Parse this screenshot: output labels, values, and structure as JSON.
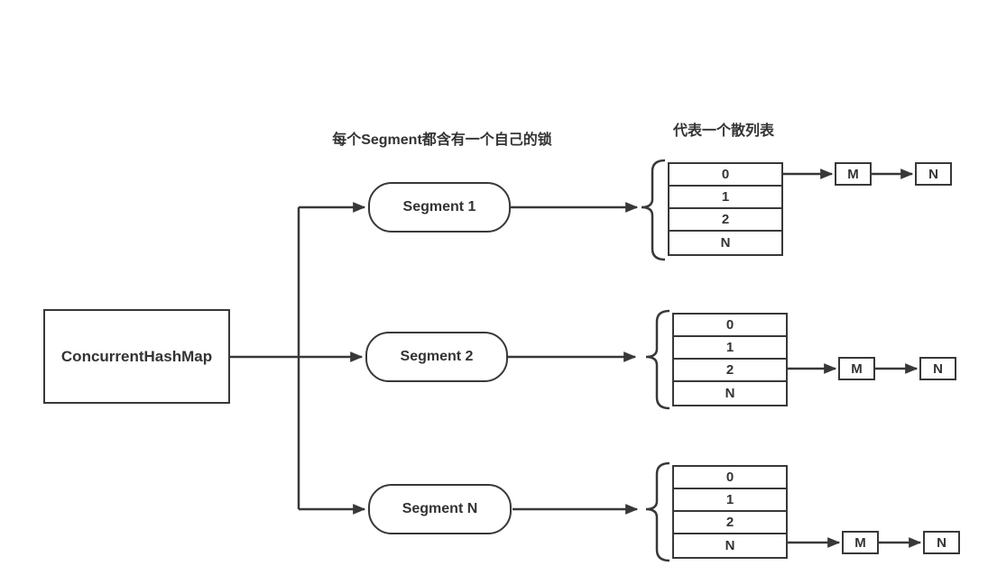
{
  "diagram": {
    "captions": {
      "lock": "每个Segment都含有一个自己的锁",
      "hash": "代表一个散列表"
    },
    "root": {
      "label": "ConcurrentHashMap"
    },
    "segments": [
      {
        "label": "Segment 1"
      },
      {
        "label": "Segment 2"
      },
      {
        "label": "Segment N"
      }
    ],
    "tables": [
      {
        "rows": [
          "0",
          "1",
          "2",
          "N"
        ],
        "linked_row": "0",
        "nodes": [
          "M",
          "N"
        ]
      },
      {
        "rows": [
          "0",
          "1",
          "2",
          "N"
        ],
        "linked_row": "2",
        "nodes": [
          "M",
          "N"
        ]
      },
      {
        "rows": [
          "0",
          "1",
          "2",
          "N"
        ],
        "linked_row": "N",
        "nodes": [
          "M",
          "N"
        ]
      }
    ],
    "colors": {
      "line": "#383838",
      "text": "#333333",
      "background": "#ffffff"
    }
  }
}
